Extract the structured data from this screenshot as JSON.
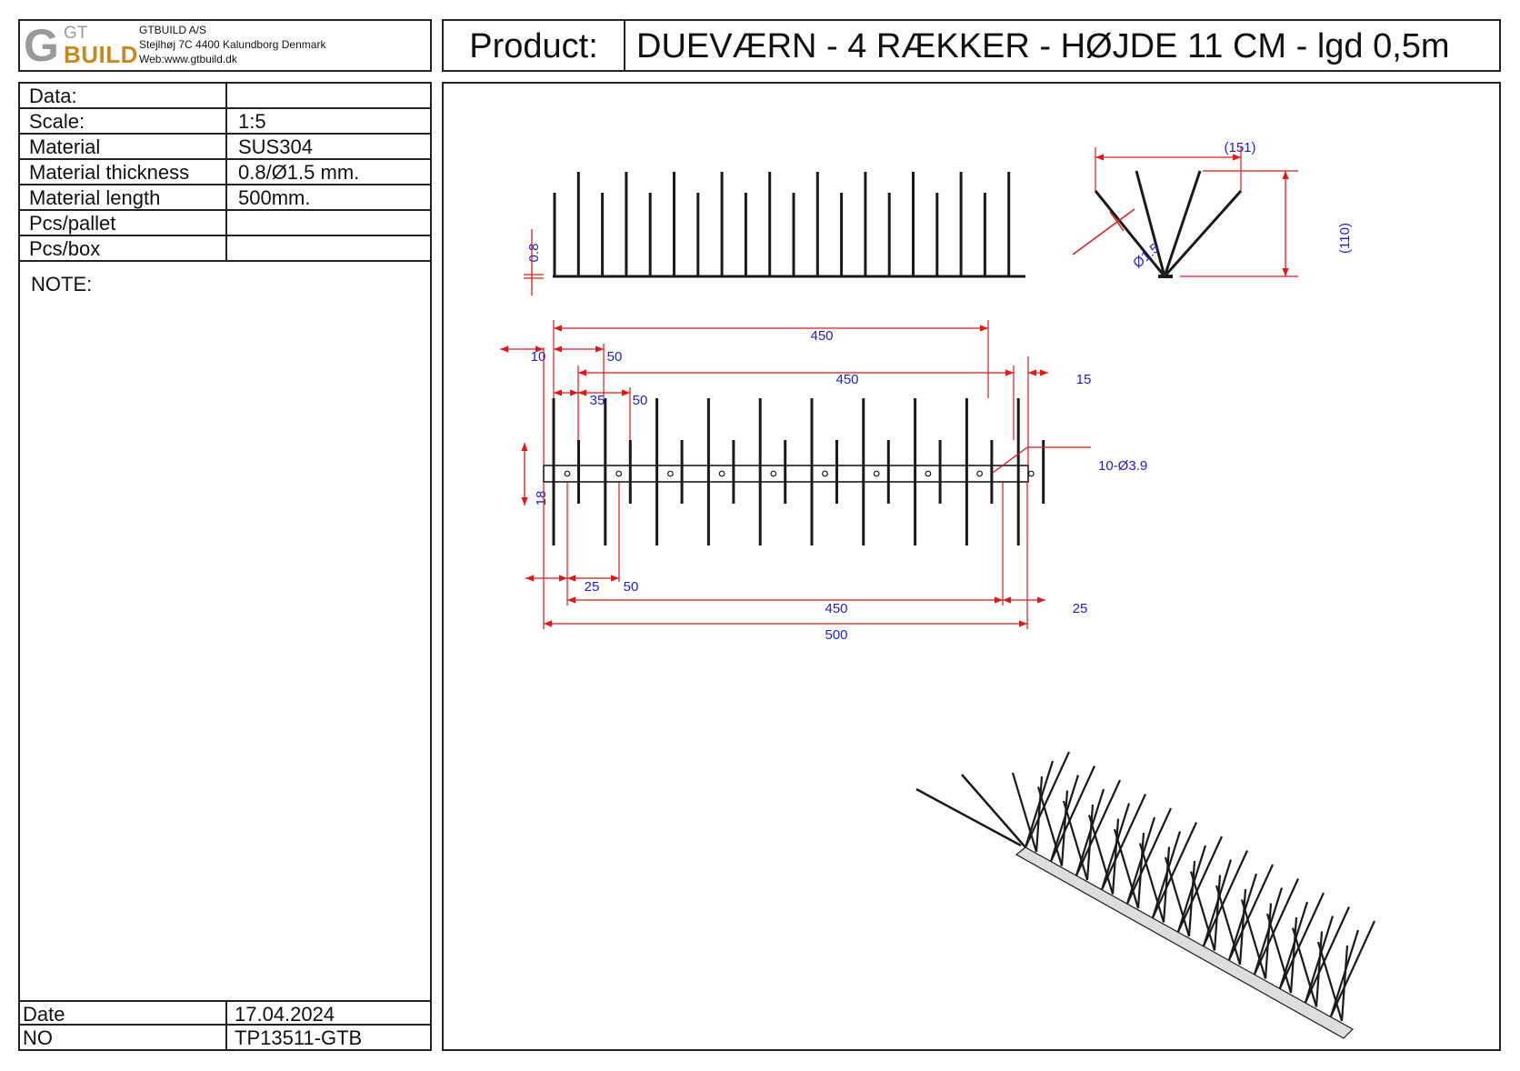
{
  "company": {
    "logo_letter": "G",
    "logo_gt": "GT",
    "logo_build": "BUILD",
    "name": "GTBUILD A/S",
    "address": "Stejlhøj 7C 4400 Kalundborg Denmark",
    "web": "Web:www.gtbuild.dk"
  },
  "product": {
    "label": "Product:",
    "title": "DUEVÆRN - 4 RÆKKER - HØJDE 11 CM - lgd 0,5m"
  },
  "info": {
    "rows": [
      {
        "label": "Data:",
        "value": ""
      },
      {
        "label": "Scale:",
        "value": "1:5"
      },
      {
        "label": "Material",
        "value": "SUS304"
      },
      {
        "label": "Material thickness",
        "value": "0.8/Ø1.5 mm."
      },
      {
        "label": "Material length",
        "value": "500mm."
      },
      {
        "label": "Pcs/pallet",
        "value": ""
      },
      {
        "label": "Pcs/box",
        "value": ""
      }
    ],
    "note_label": "NOTE:",
    "date_label": "Date",
    "date_value": "17.04.2024",
    "no_label": "NO",
    "no_value": "TP13511-GTB"
  },
  "drawing": {
    "colors": {
      "line": "#1a1a1a",
      "dimension": "#e01818",
      "dim_text": "#2020c8"
    },
    "dimensions": {
      "side_thickness": "0.8",
      "end_width": "(151)",
      "end_height": "(110)",
      "wire_diameter": "Ø1.5",
      "top_450_a": "450",
      "top_10": "10",
      "top_50_a": "50",
      "top_450_b": "450",
      "top_15": "15",
      "top_35": "35",
      "top_50_b": "50",
      "base_height": "18",
      "holes": "10-Ø3.9",
      "bottom_25_a": "25",
      "bottom_50": "50",
      "bottom_450": "450",
      "bottom_25_b": "25",
      "total_500": "500"
    }
  }
}
